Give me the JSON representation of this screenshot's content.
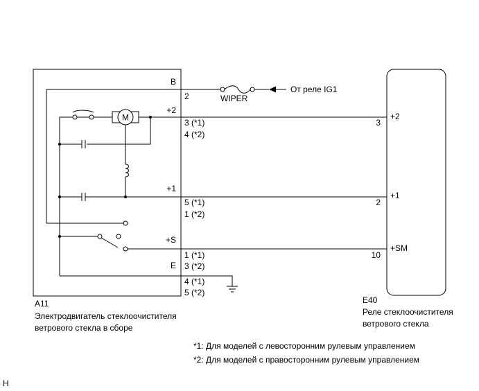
{
  "motor": {
    "code": "A11",
    "name_line1": "Электродвигатель стеклоочистителя",
    "name_line2": "ветрового стекла в сборе",
    "term_B": "B",
    "term_p2": "+2",
    "term_p1": "+1",
    "term_S": "+S",
    "term_E": "E",
    "motor_symbol": "M"
  },
  "relay": {
    "code": "E40",
    "name_line1": "Реле стеклоочистителя",
    "name_line2": "ветрового стекла",
    "term_p2": "+2",
    "term_p1": "+1",
    "term_SM": "+SM"
  },
  "pins": {
    "b": "2",
    "p2_a": "3 (*1)",
    "p2_b": "4 (*2)",
    "p1_a": "5 (*1)",
    "p1_b": "1 (*2)",
    "s_a": "1 (*1)",
    "s_b": "3 (*2)",
    "e_a": "4 (*1)",
    "e_b": "5 (*2)",
    "relay_p2": "3",
    "relay_p1": "2",
    "relay_sm": "10"
  },
  "fuse": {
    "label": "WIPER"
  },
  "source": {
    "label": "От реле IG1"
  },
  "notes": {
    "n1": "*1: Для моделей с левосторонним рулевым управлением",
    "n2": "*2: Для моделей с правосторонним рулевым управлением"
  },
  "figure_id": "H"
}
